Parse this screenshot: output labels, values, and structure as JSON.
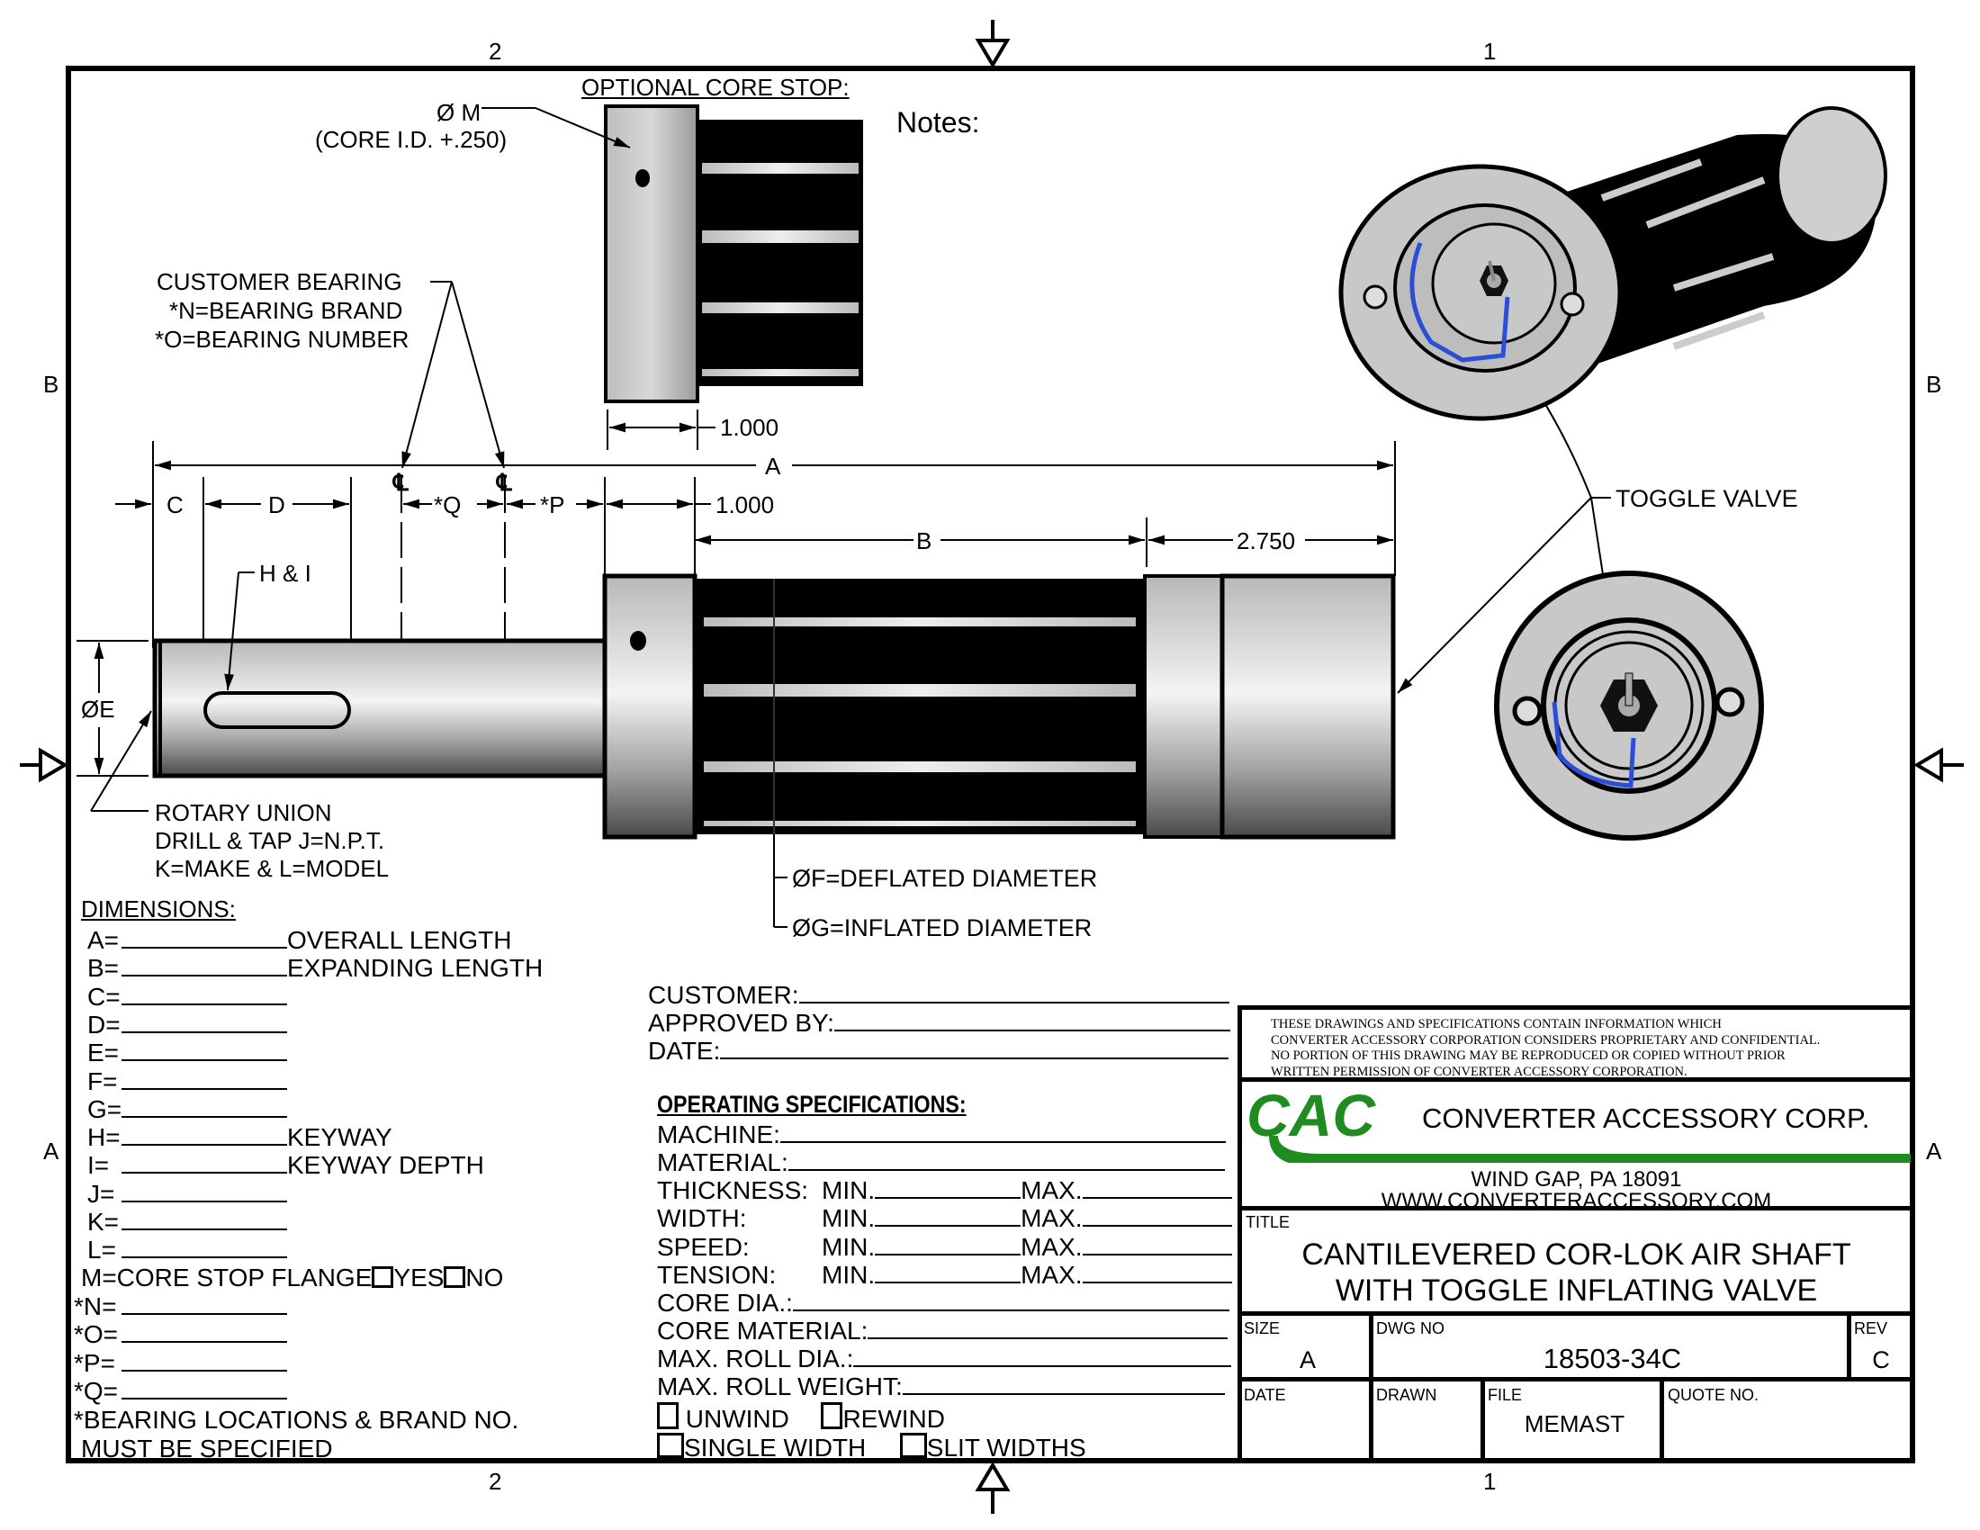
{
  "zones": {
    "top": [
      "2",
      "1"
    ],
    "bottom": [
      "2",
      "1"
    ],
    "left": [
      "B",
      "A"
    ],
    "right": [
      "B",
      "A"
    ]
  },
  "core_stop": {
    "heading": "OPTIONAL CORE STOP:",
    "callout_line1": "Ø M",
    "callout_line2": "(CORE I.D. +.250)",
    "width_dim": "1.000"
  },
  "notes_label": "Notes:",
  "bearing_callout": {
    "line1": "CUSTOMER BEARING",
    "line2": "*N=BEARING BRAND",
    "line3": "*O=BEARING NUMBER"
  },
  "dimensions_view": {
    "A": "A",
    "B": "B",
    "C": "C",
    "D": "D",
    "Q": "*Q",
    "P": "*P",
    "flange_dim": "1.000",
    "end_dim": "2.750",
    "E": "ØE",
    "H_I": "H & I",
    "centerline": "℄"
  },
  "rotary_union": {
    "line1": "ROTARY UNION",
    "line2": "DRILL & TAP J=N.P.T.",
    "line3": "K=MAKE & L=MODEL"
  },
  "diameter_callouts": {
    "deflated": "ØF=DEFLATED DIAMETER",
    "inflated": "ØG=INFLATED DIAMETER"
  },
  "toggle_valve_label": "TOGGLE VALVE",
  "dimensions_list": {
    "heading": "DIMENSIONS:",
    "items": [
      {
        "key": "A=",
        "desc": "OVERALL LENGTH",
        "value": ""
      },
      {
        "key": "B=",
        "desc": "EXPANDING LENGTH",
        "value": ""
      },
      {
        "key": "C=",
        "desc": "",
        "value": ""
      },
      {
        "key": "D=",
        "desc": "",
        "value": ""
      },
      {
        "key": "E=",
        "desc": "",
        "value": ""
      },
      {
        "key": "F=",
        "desc": "",
        "value": ""
      },
      {
        "key": "G=",
        "desc": "",
        "value": ""
      },
      {
        "key": "H=",
        "desc": "KEYWAY",
        "value": ""
      },
      {
        "key": "I=",
        "desc": "KEYWAY DEPTH",
        "value": ""
      },
      {
        "key": "J=",
        "desc": "",
        "value": ""
      },
      {
        "key": "K=",
        "desc": "",
        "value": ""
      },
      {
        "key": "L=",
        "desc": "",
        "value": ""
      }
    ],
    "m_line": {
      "label": "M=CORE STOP FLANGE",
      "yes": "YES",
      "no": "NO",
      "yes_checked": false,
      "no_checked": false
    },
    "starred": [
      {
        "key": "*N=",
        "value": ""
      },
      {
        "key": "*O=",
        "value": ""
      },
      {
        "key": "*P=",
        "value": ""
      },
      {
        "key": "*Q=",
        "value": ""
      }
    ],
    "footnote_line1": "*BEARING LOCATIONS & BRAND NO.",
    "footnote_line2": "MUST BE SPECIFIED"
  },
  "approval": {
    "customer_label": "CUSTOMER:",
    "customer_value": "",
    "approved_label": "APPROVED BY:",
    "approved_value": "",
    "date_label": "DATE:",
    "date_value": ""
  },
  "operating_specs": {
    "heading": "OPERATING SPECIFICATIONS:",
    "machine_label": "MACHINE:",
    "material_label": "MATERIAL:",
    "minmax_rows": [
      {
        "label": "THICKNESS:",
        "min_label": "MIN.",
        "max_label": "MAX.",
        "min": "",
        "max": ""
      },
      {
        "label": "WIDTH:",
        "min_label": "MIN.",
        "max_label": "MAX.",
        "min": "",
        "max": ""
      },
      {
        "label": "SPEED:",
        "min_label": "MIN.",
        "max_label": "MAX.",
        "min": "",
        "max": ""
      },
      {
        "label": "TENSION:",
        "min_label": "MIN.",
        "max_label": "MAX.",
        "min": "",
        "max": ""
      }
    ],
    "core_dia_label": "CORE DIA.:",
    "core_material_label": "CORE MATERIAL:",
    "max_roll_dia_label": "MAX. ROLL DIA.:",
    "max_roll_weight_label": "MAX. ROLL WEIGHT:",
    "checkboxes": [
      {
        "label": "UNWIND",
        "checked": false
      },
      {
        "label": "REWIND",
        "checked": false
      },
      {
        "label": "SINGLE WIDTH",
        "checked": false
      },
      {
        "label": "SLIT WIDTHS",
        "checked": false
      }
    ]
  },
  "title_block": {
    "disclaimer": [
      "THESE DRAWINGS AND SPECIFICATIONS CONTAIN INFORMATION WHICH",
      "CONVERTER ACCESSORY CORPORATION CONSIDERS PROPRIETARY AND CONFIDENTIAL.",
      "NO PORTION OF THIS DRAWING MAY BE REPRODUCED OR COPIED WITHOUT PRIOR",
      "WRITTEN PERMISSION OF CONVERTER ACCESSORY CORPORATION."
    ],
    "logo_text": "CAC",
    "company": "CONVERTER ACCESSORY CORP.",
    "address": "WIND GAP, PA 18091",
    "website": "WWW.CONVERTERACCESSORY.COM",
    "brand_color": "#1f8c1f",
    "title_label": "TITLE",
    "title_line1": "CANTILEVERED COR-LOK AIR SHAFT",
    "title_line2": "WITH TOGGLE INFLATING VALVE",
    "size_label": "SIZE",
    "size_value": "A",
    "dwg_label": "DWG NO",
    "dwg_value": "18503-34C",
    "rev_label": "REV",
    "rev_value": "C",
    "date_label": "DATE",
    "date_value": "",
    "drawn_label": "DRAWN",
    "drawn_value": "",
    "file_label": "FILE",
    "file_value": "MEMAST",
    "quote_label": "QUOTE NO.",
    "quote_value": ""
  },
  "colors": {
    "tube_blue": "#2a4fd6",
    "metal_light": "#d4d4d4",
    "metal_dark": "#5a5a5a"
  }
}
